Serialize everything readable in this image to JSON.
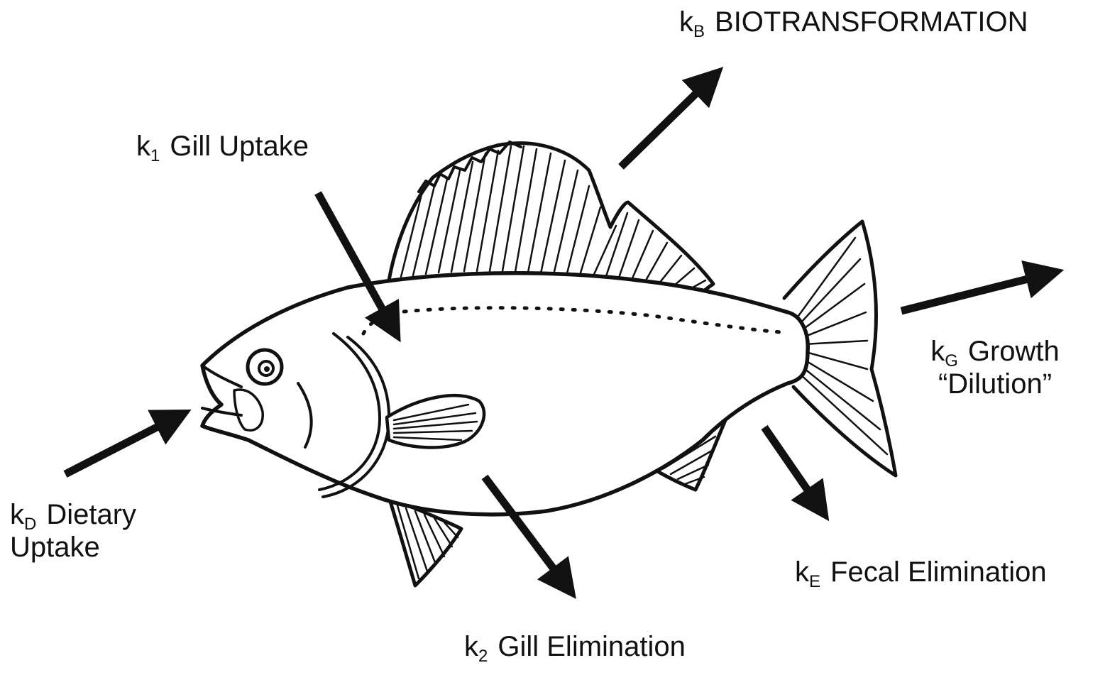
{
  "labels": {
    "biotransformation": {
      "k": "k",
      "sub": "B",
      "text": "BIOTRANSFORMATION"
    },
    "gill_uptake": {
      "k": "k",
      "sub": "1",
      "text": "Gill Uptake"
    },
    "growth": {
      "k": "k",
      "sub": "G",
      "text": "Growth",
      "text2": "“Dilution”"
    },
    "dietary": {
      "k": "k",
      "sub": "D",
      "text": "Dietary",
      "text2": "Uptake"
    },
    "fecal": {
      "k": "k",
      "sub": "E",
      "text": "Fecal Elimination"
    },
    "gill_elimination": {
      "k": "k",
      "sub": "2",
      "text": "Gill Elimination"
    }
  },
  "colors": {
    "ink": "#111111",
    "background": "#ffffff"
  }
}
